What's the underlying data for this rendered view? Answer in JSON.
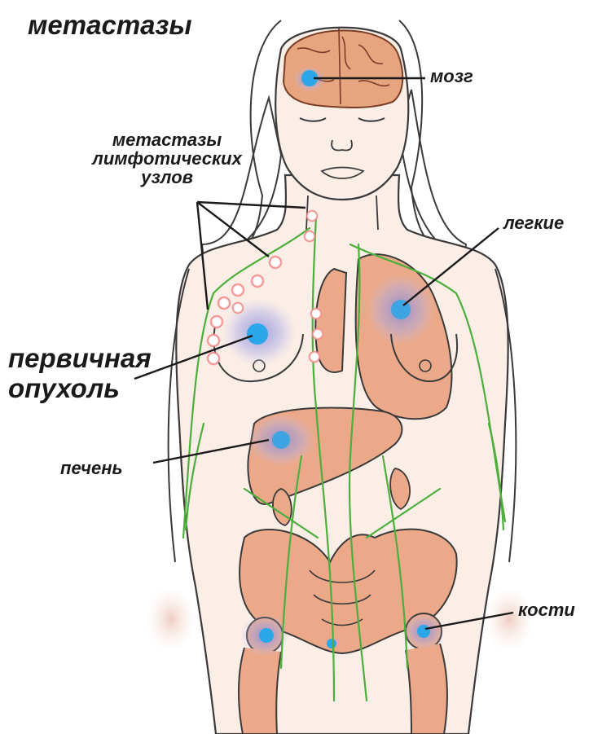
{
  "title": "метастазы",
  "labels": {
    "brain": "мозг",
    "lymph_nodes": [
      "метастазы",
      "лимфотических",
      "узлов"
    ],
    "lungs": "легкие",
    "primary_tumor": [
      "первичная",
      "опухоль"
    ],
    "liver": "печень",
    "bones": "кости"
  },
  "colors": {
    "outline": "#3a3a3a",
    "skin": "#fbeee6",
    "organ": "#eba98a",
    "brain": "#e6a47f",
    "lymph": "#4caf3c",
    "metastasis": "#2aa7e8",
    "lymph_node_glow": "#e85a5a",
    "bruise": "#8d8fd6"
  }
}
